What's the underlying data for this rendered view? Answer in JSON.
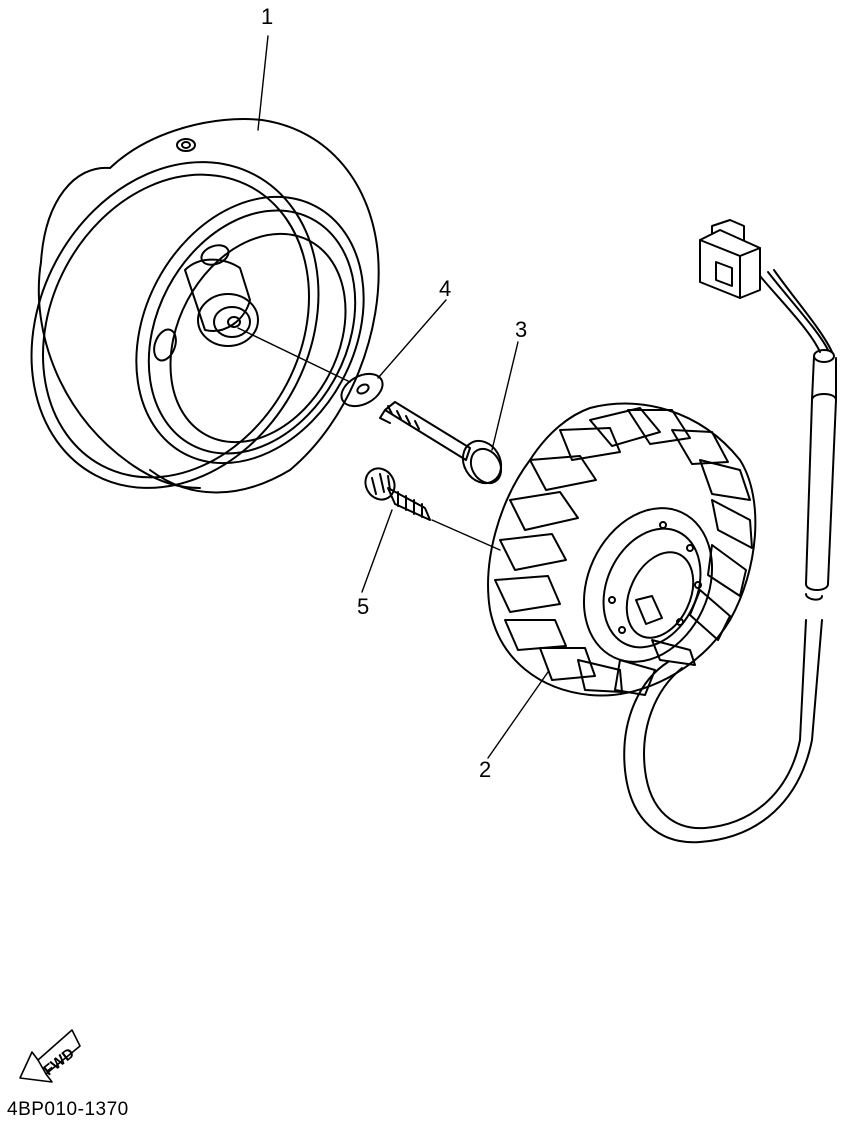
{
  "callouts": {
    "n1": "1",
    "n2": "2",
    "n3": "3",
    "n4": "4",
    "n5": "5"
  },
  "fwd_label": "FWD",
  "reference_code": "4BP010-1370",
  "colors": {
    "line": "#000000",
    "background": "#ffffff"
  }
}
